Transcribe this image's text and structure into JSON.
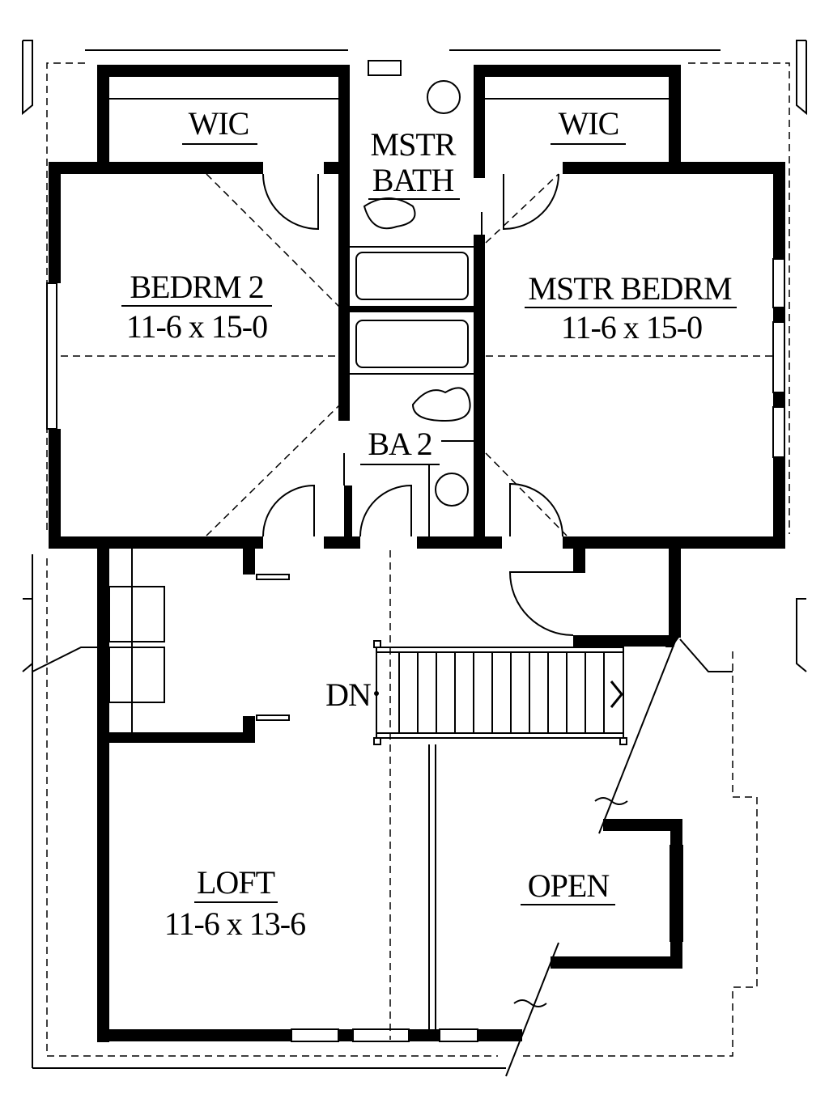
{
  "title": "",
  "rooms": {
    "wic_left": {
      "name": "WIC"
    },
    "wic_right": {
      "name": "WIC"
    },
    "mstr_bath": {
      "line1": "MSTR",
      "line2": "BATH"
    },
    "bedrm2": {
      "name": "BEDRM 2",
      "size": "11-6 x 15-0"
    },
    "mstr_bedrm": {
      "name": "MSTR BEDRM",
      "size": "11-6 x 15-0"
    },
    "ba2": {
      "name": "BA 2"
    },
    "loft": {
      "name": "LOFT",
      "size": "11-6 x 13-6"
    },
    "open": {
      "name": "OPEN"
    }
  },
  "stairs": {
    "label": "DN"
  },
  "colors": {
    "wall": "#000000",
    "background": "#ffffff"
  }
}
